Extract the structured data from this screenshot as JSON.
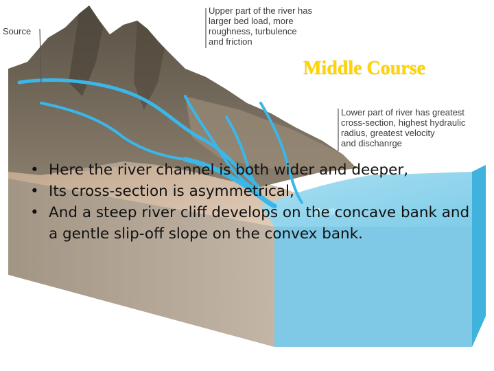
{
  "diagram": {
    "source_label": "Source",
    "upper_note": "Upper part of the river has\nlarger bed load, more\nroughness, turbulence\nand friction",
    "lower_note": "Lower part of river has greatest\ncross-section, highest hydraulic\nradius, greatest velocity\nand dischanrge",
    "mouth_label": "Mouth"
  },
  "title": "Middle Course",
  "bullets": [
    "Here the river channel is both wider and deeper,",
    "Its cross-section is asymmetrical,",
    "And a steep river cliff develops on the concave bank and a gentle slip-off slope on the convex bank."
  ],
  "colors": {
    "title": "#ffd400",
    "water": "#8fd3ec",
    "river": "#3ab7e8",
    "mountain": "#6e6557",
    "terrain_side": "#b3a596"
  }
}
